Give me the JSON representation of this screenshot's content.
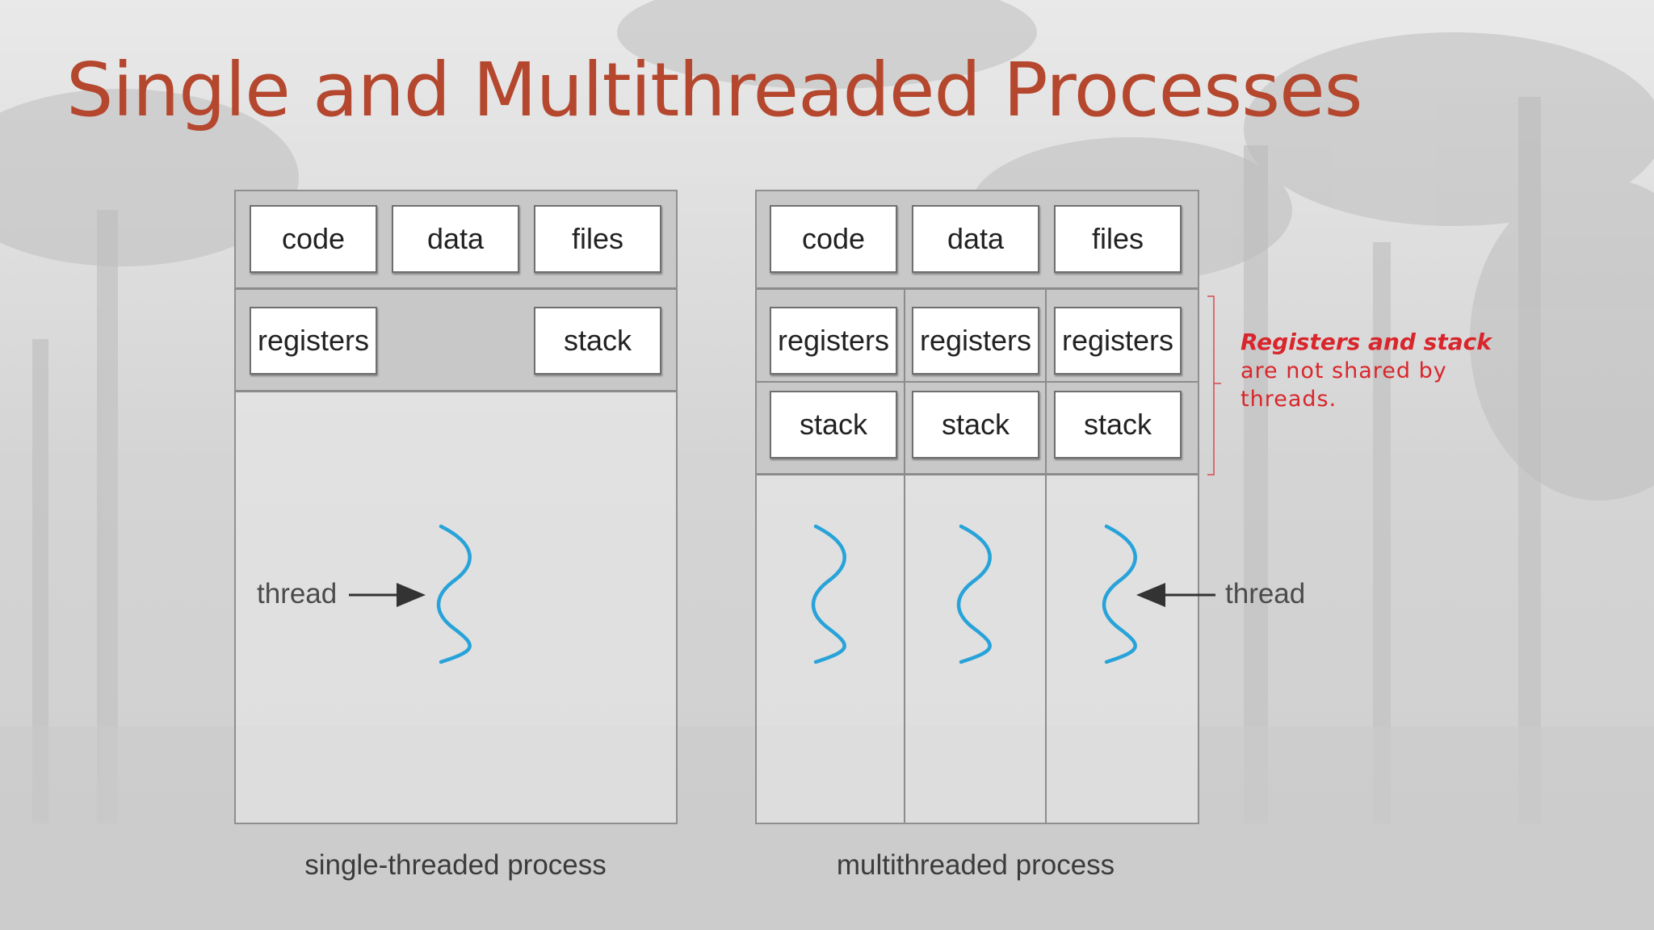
{
  "slide": {
    "title": "Single and Multithreaded Processes"
  },
  "single": {
    "shared": [
      "code",
      "data",
      "files"
    ],
    "registers": "registers",
    "stack": "stack",
    "thread_label": "thread",
    "caption": "single-threaded process"
  },
  "multi": {
    "shared": [
      "code",
      "data",
      "files"
    ],
    "registers": [
      "registers",
      "registers",
      "registers"
    ],
    "stacks": [
      "stack",
      "stack",
      "stack"
    ],
    "thread_label": "thread",
    "caption": "multithreaded process"
  },
  "note": {
    "emphasis": "Registers and stack",
    "line2": "are not shared by",
    "line3": "threads."
  },
  "colors": {
    "title": "#b4472d",
    "thread": "#27a3d9",
    "note": "#d9262c"
  }
}
